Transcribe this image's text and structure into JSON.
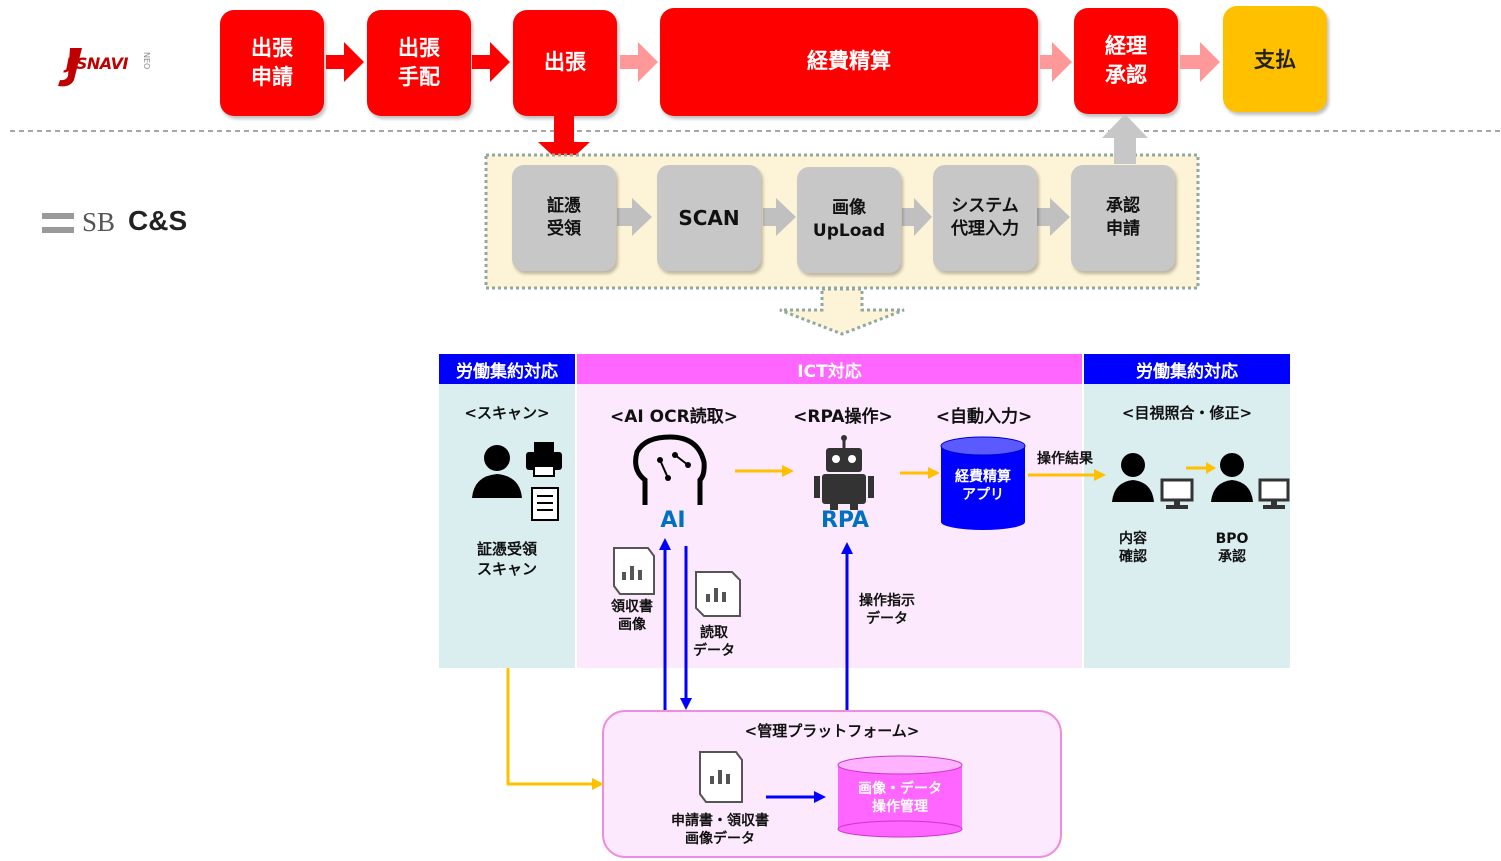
{
  "logos": {
    "jsnavi": "J'SNAVI",
    "jsnavi_neo": "NEO",
    "sbcs_sb": "SB",
    "sbcs_cs": "C&S"
  },
  "top_flow": [
    {
      "label": "出張\n申請"
    },
    {
      "label": "出張\n手配"
    },
    {
      "label": "出張"
    },
    {
      "label": "経費精算"
    },
    {
      "label": "経理\n承認"
    },
    {
      "label": "支払"
    }
  ],
  "process_steps": [
    {
      "label": "証憑\n受領"
    },
    {
      "label": "SCAN"
    },
    {
      "label": "画像\nUpLoad"
    },
    {
      "label": "システム\n代理入力"
    },
    {
      "label": "承認\n申請"
    }
  ],
  "section_headers": {
    "left": "労働集約対応",
    "center": "ICT対応",
    "right": "労働集約対応"
  },
  "subtitles": {
    "scan": "<スキャン>",
    "ai_ocr": "<AI OCR読取>",
    "rpa": "<RPA操作>",
    "auto_input": "<自動入力>",
    "visual_check": "<目視照合・修正>",
    "platform": "<管理プラットフォーム>"
  },
  "labels": {
    "scan_caption": "証憑受領\nスキャン",
    "ai": "AI",
    "rpa": "RPA",
    "app": "経費精算\nアプリ",
    "operation_result": "操作結果",
    "receipt_image": "領収書\n画像",
    "read_data": "読取\nデータ",
    "operation_instruction": "操作指示\nデータ",
    "content_check": "内容\n確認",
    "bpo_approval": "BPO\n承認",
    "application_data": "申請書・領収書\n画像データ",
    "image_data_mgmt": "画像・データ\n操作管理"
  },
  "colors": {
    "red": "#ff0000",
    "yellow": "#ffc000",
    "gray": "#c7c7c7",
    "blue": "#0000ff",
    "magenta": "#ff66ff",
    "teal_bg": "#daeef0",
    "pink_bg": "#fde9fd",
    "arrow_orange": "#ffc000",
    "platform_border": "#f08ce0"
  }
}
